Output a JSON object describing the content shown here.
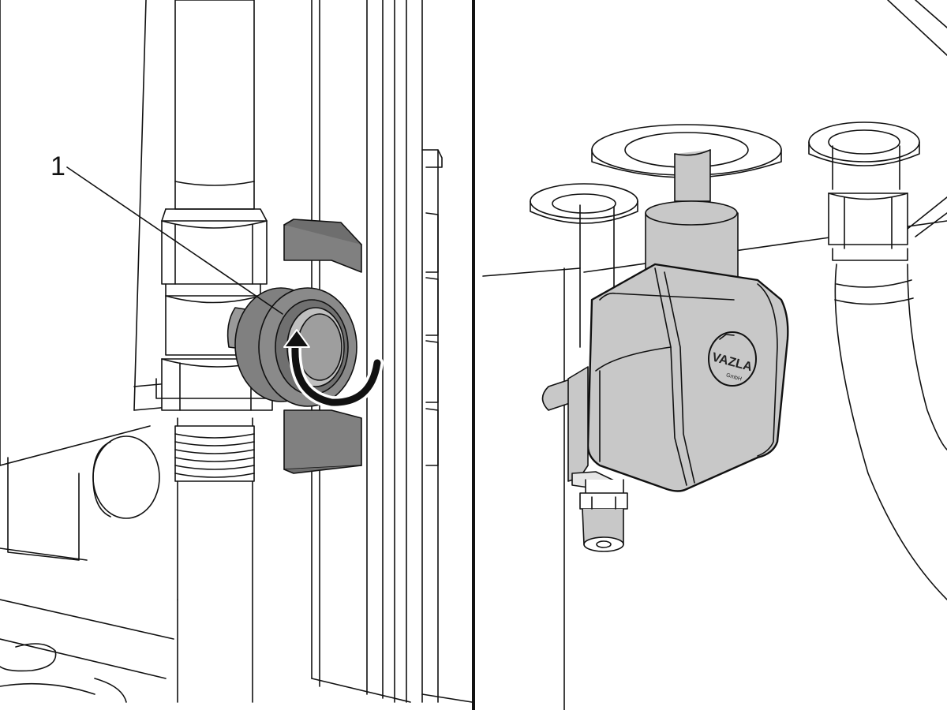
{
  "figure": {
    "callout_label": "1",
    "logo_text": "VAZLA",
    "logo_subtext": "GmbH",
    "colors": {
      "line": "#111111",
      "background": "#ffffff",
      "valve_gray": "#808080",
      "dark_gray": "#6e6e6e",
      "light_gray": "#c8c8c8",
      "pale_gray": "#e6e6e6"
    },
    "icons": [
      "rotation-arrow-icon"
    ]
  }
}
